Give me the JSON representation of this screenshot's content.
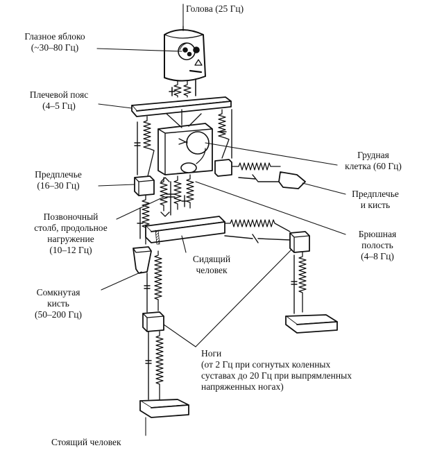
{
  "labels": {
    "head": "Голова (25 Гц)",
    "eyeball": [
      "Глазное яблоко",
      "(~30–80 Гц)"
    ],
    "shoulder": [
      "Плечевой пояс",
      "(4–5 Гц)"
    ],
    "chest": [
      "Грудная",
      "клетка (60 Гц)"
    ],
    "forearm_left": [
      "Предплечье",
      "(16–30 Гц)"
    ],
    "forearm_hand": [
      "Предплечье",
      "и кисть"
    ],
    "spine": [
      "Позвоночный",
      "столб, продольное",
      "нагружение",
      "(10–12 Гц)"
    ],
    "abdomen": [
      "Брюшная",
      "полость",
      "(4–8 Гц)"
    ],
    "seated": [
      "Сидящий",
      "человек"
    ],
    "fist": [
      "Сомкнутая",
      "кисть",
      "(50–200 Гц)"
    ],
    "legs": [
      "Ноги",
      "(от 2 Гц при согнутых коленных",
      "суставах до 20 Гц при выпрямленных",
      "напряженных ногах)"
    ],
    "standing": "Стоящий человек"
  }
}
